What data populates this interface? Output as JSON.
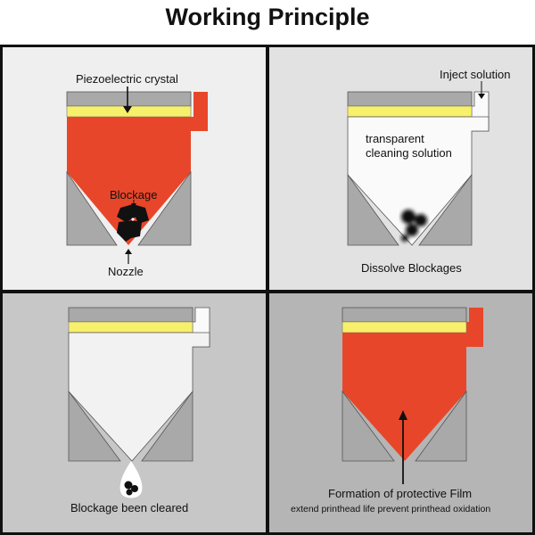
{
  "title": "Working Principle",
  "colors": {
    "ink": "#e8462a",
    "crystal": "#f7f06a",
    "housing": "#a9a9a9",
    "blockage": "#111111",
    "panel_tl": "#efefef",
    "panel_tr": "#e2e2e2",
    "panel_bl": "#c7c7c7",
    "panel_br": "#b5b5b5"
  },
  "panels": {
    "p1": {
      "label_crystal": "Piezoelectric crystal",
      "label_blockage": "Blockage",
      "label_nozzle": "Nozzle"
    },
    "p2": {
      "label_inject": "Inject solution",
      "label_solution_line1": "transparent",
      "label_solution_line2": "cleaning solution",
      "label_dissolve": "Dissolve Blockages"
    },
    "p3": {
      "label_cleared": "Blockage been cleared"
    },
    "p4": {
      "label_film": "Formation of protective Film",
      "label_benefit": "extend printhead life prevent printhead oxidation"
    }
  }
}
